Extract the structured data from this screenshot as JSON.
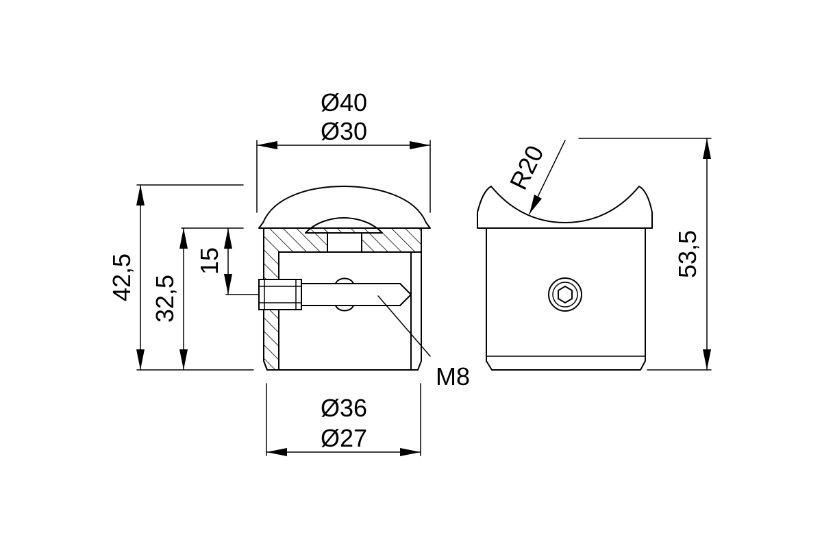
{
  "dimensions": {
    "top_outer_diameter": "Ø40",
    "top_inner_diameter": "Ø30",
    "bottom_outer_diameter": "Ø36",
    "bottom_inner_diameter": "Ø27",
    "overall_height": "42,5",
    "body_height": "32,5",
    "screw_height": "15",
    "thread": "M8",
    "saddle_radius": "R20",
    "total_height": "53,5"
  },
  "colors": {
    "line": "#000000",
    "background": "#ffffff"
  }
}
